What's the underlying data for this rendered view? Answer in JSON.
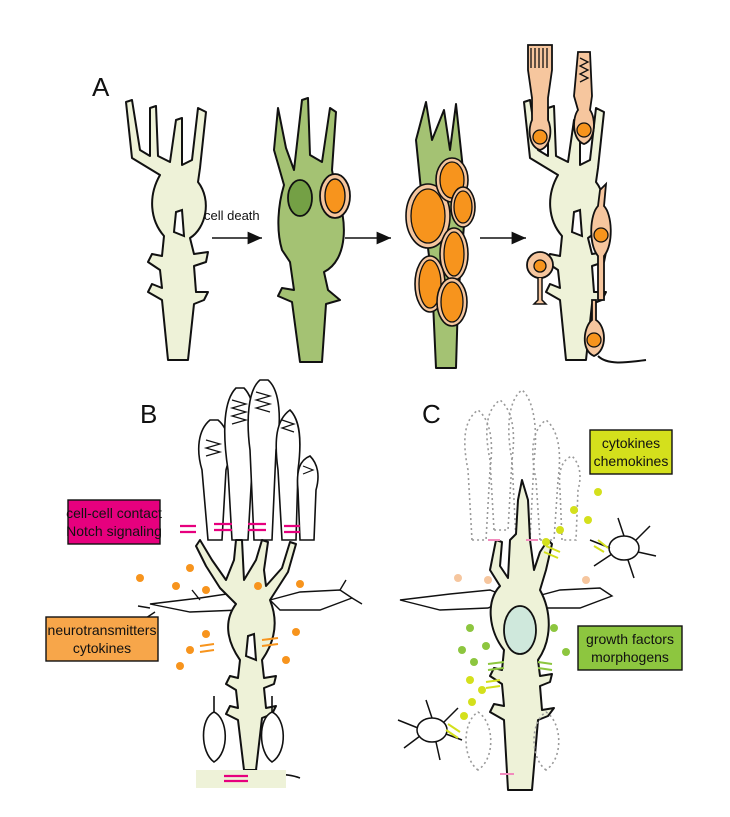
{
  "panels": {
    "a": {
      "letter": "A",
      "arrow_label": "cell death"
    },
    "b": {
      "letter": "B",
      "box_contact": {
        "line1": "cell-cell contact",
        "line2": "Notch signaling"
      },
      "box_neuro": {
        "line1": "neurotransmitters",
        "line2": "cytokines"
      }
    },
    "c": {
      "letter": "C",
      "box_cytokines": {
        "line1": "cytokines",
        "line2": "chemokines"
      },
      "box_growth": {
        "line1": "growth factors",
        "line2": "morphogens"
      }
    }
  },
  "colors": {
    "muller_pale": "#eef2d8",
    "muller_green": "#a4c273",
    "nucleus_green": "#74a045",
    "progenitor_orange": "#f7941d",
    "progenitor_outer": "#f6c69e",
    "notch_pink": "#e6007e",
    "neuro_orange": "#f7941d",
    "cytokine_yellow": "#d4e01c",
    "growth_green": "#8dc63f"
  }
}
